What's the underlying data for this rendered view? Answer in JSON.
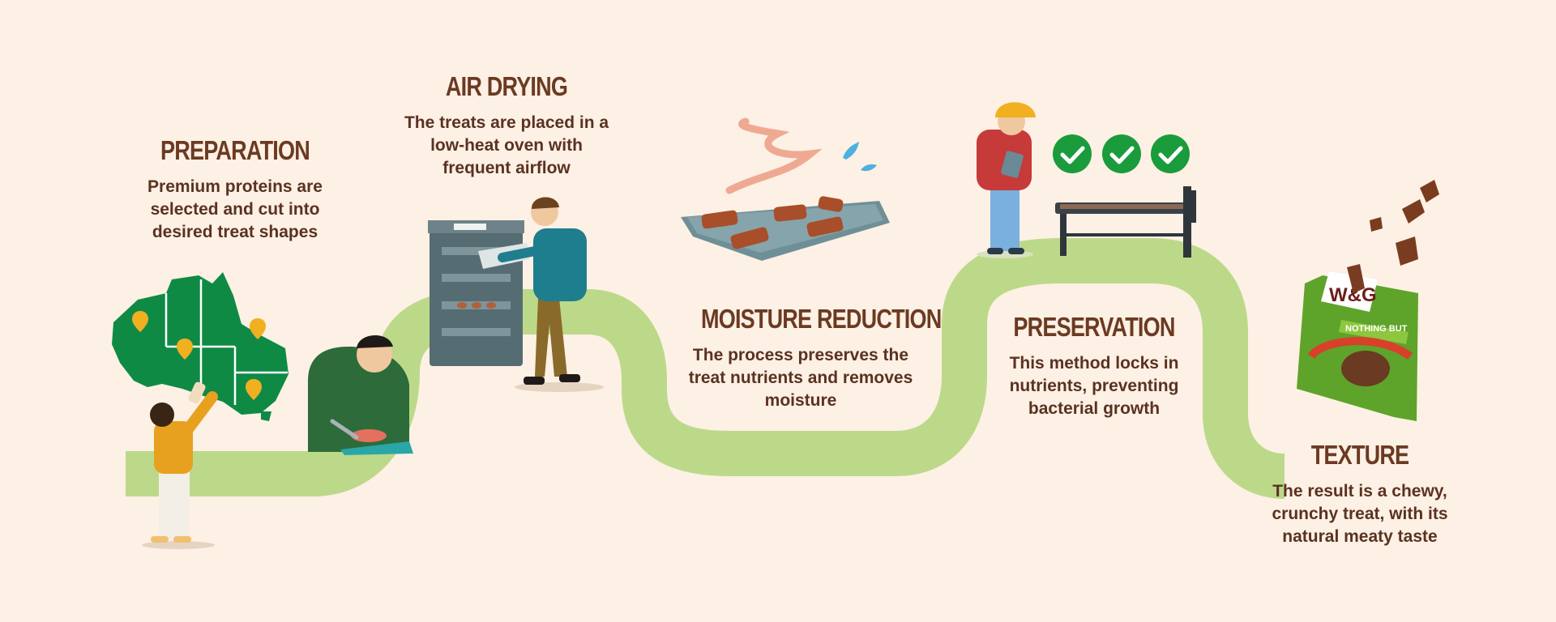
{
  "steps": [
    {
      "title": "PREPARATION",
      "desc": "Premium proteins are selected and cut into desired treat shapes"
    },
    {
      "title": "AIR DRYING",
      "desc": "The treats are placed in a low-heat oven with frequent airflow"
    },
    {
      "title": "MOISTURE REDUCTION",
      "desc": "The process preserves the treat nutrients and removes moisture"
    },
    {
      "title": "PRESERVATION",
      "desc": "This method locks in nutrients, preventing bacterial growth"
    },
    {
      "title": "TEXTURE",
      "desc": "The result is a chewy, crunchy treat, with its natural meaty taste"
    }
  ],
  "package": {
    "brand": "W&G",
    "tagline": "NOTHING BUT"
  },
  "colors": {
    "background": "#fdf0e4",
    "path": "#bcd98a",
    "title": "#6b3a22",
    "text": "#5a3222",
    "map": "#0f8a45",
    "check": "#1a9b3c"
  },
  "icons": [
    "australia-map-icon",
    "location-pin-icon",
    "oven-icon",
    "baking-tray-icon",
    "checkmark-icon",
    "drying-rack-icon",
    "treat-package-icon"
  ]
}
